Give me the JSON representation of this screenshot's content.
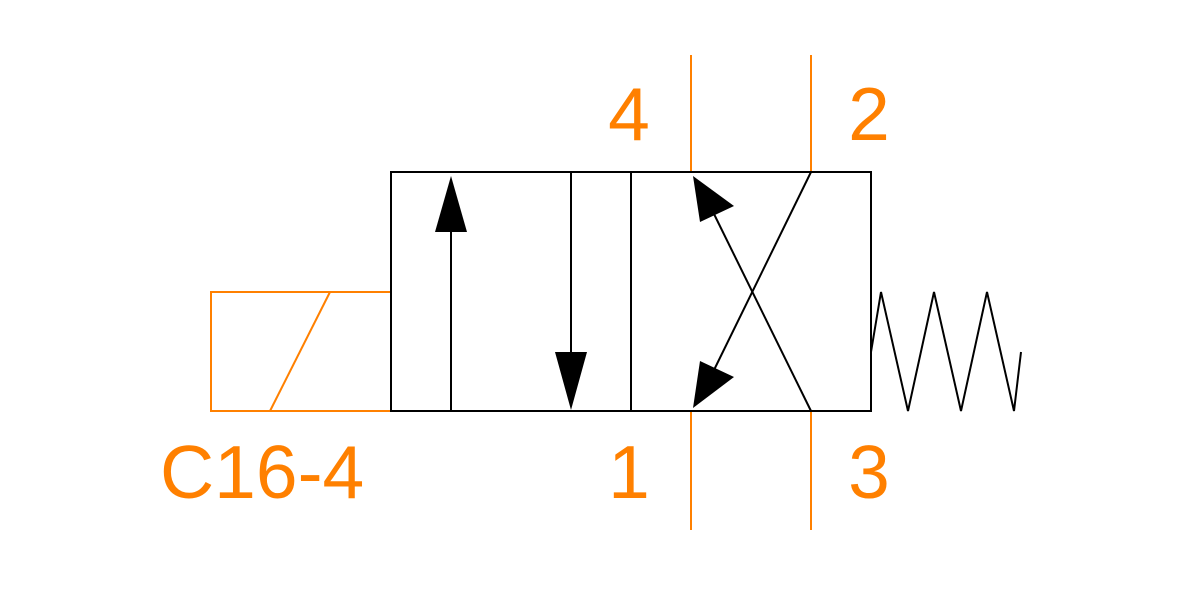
{
  "model_label": "C16-4",
  "ports": {
    "top_left": "4",
    "top_right": "2",
    "bottom_left": "1",
    "bottom_right": "3"
  },
  "colors": {
    "outline": "#000000",
    "accent": "#ff8000",
    "background": "#ffffff"
  },
  "symbols": {
    "actuator": "solenoid-icon",
    "return": "spring-icon"
  }
}
